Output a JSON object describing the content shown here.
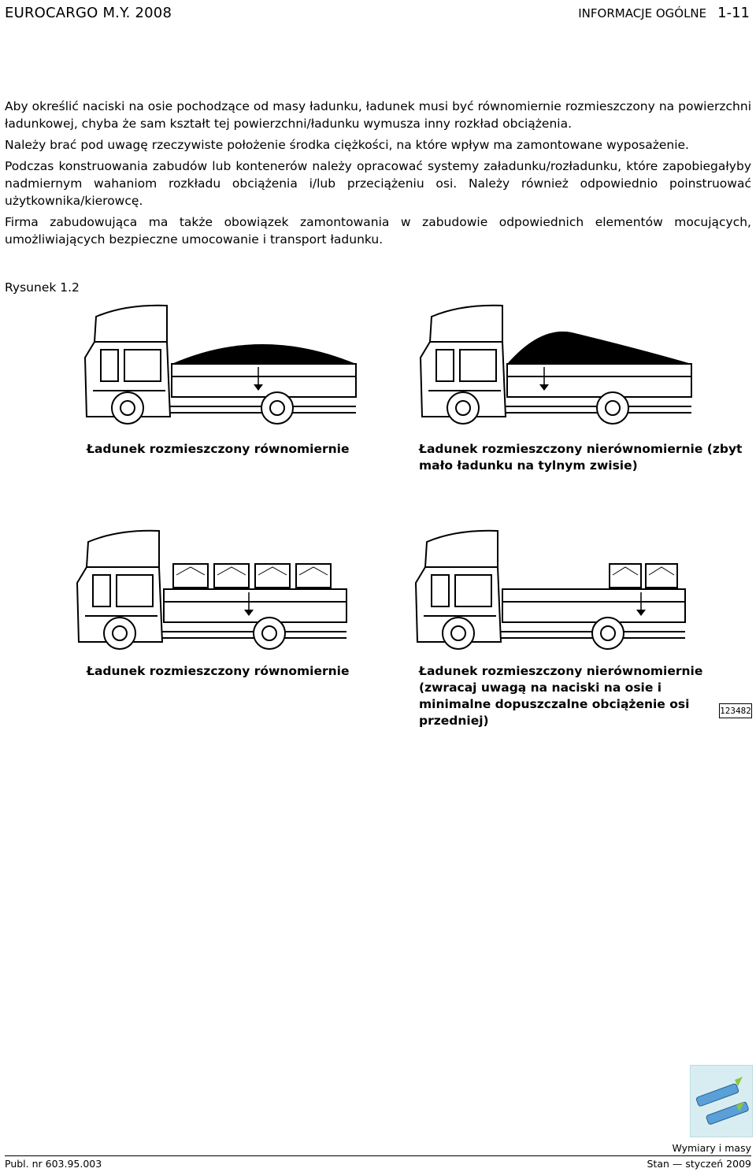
{
  "header": {
    "doc_title": "EUROCARGO M.Y. 2008",
    "section": "INFORMACJE OGÓLNE",
    "page": "1-11"
  },
  "body": {
    "p1": "Aby określić naciski na osie pochodzące od masy ładunku, ładunek musi być równomiernie rozmieszczony na powierzchni ładunkowej, chyba że sam kształt tej powierzchni/ładunku wymusza inny rozkład obciążenia.",
    "p2": "Należy brać pod uwagę rzeczywiste położenie środka ciężkości, na które wpływ ma zamontowane wyposażenie.",
    "p3": "Podczas konstruowania zabudów lub kontenerów należy opracować systemy załadunku/rozładunku, które zapobiegałyby nadmiernym wahaniom rozkładu obciążenia i/lub przeciążeniu osi. Należy również odpowiednio poinstruować użytkownika/kierowcę.",
    "p4": "Firma zabudowująca ma także obowiązek zamontowania w zabudowie odpowiednich elementów mocujących, umożliwiających bezpieczne umocowanie i transport ładunku."
  },
  "figure": {
    "label": "Rysunek 1.2",
    "ref": "123482",
    "captions": [
      "Ładunek rozmieszczony równomiernie",
      "Ładunek rozmieszczony nierównomiernie (zbyt mało ładunku na tylnym zwisie)",
      "Ładunek rozmieszczony równomiernie",
      "Ładunek rozmieszczony nierównomiernie (zwracaj uwagą na naciski na osie i minimalne dopuszczalne obciążenie osi przedniej)"
    ]
  },
  "footer": {
    "section": "Wymiary i masy",
    "publication": "Publ. nr 603.95.003",
    "status": "Stan — styczeń 2009"
  }
}
